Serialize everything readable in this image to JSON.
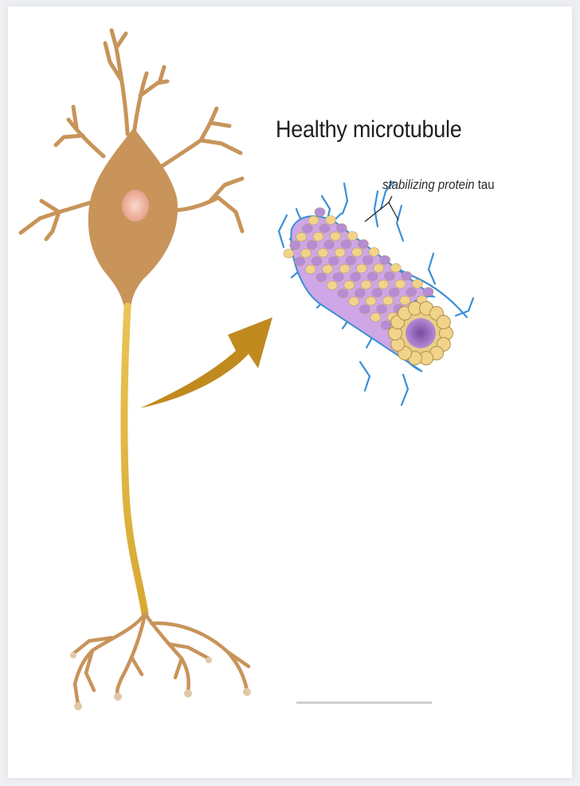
{
  "diagram": {
    "title": "Healthy microtubule",
    "caption": {
      "italic_part": "stabilizing protein",
      "plain_part": " tau"
    }
  },
  "colors": {
    "neuron_body": "#c8945a",
    "axon": "#e0bb3c",
    "nucleus": "#f2b9a4",
    "arrow": "#c08a1f",
    "tubulin_alpha": "#f1d48a",
    "tubulin_beta": "#b58cd6",
    "tau_protein": "#3a8fd6"
  }
}
